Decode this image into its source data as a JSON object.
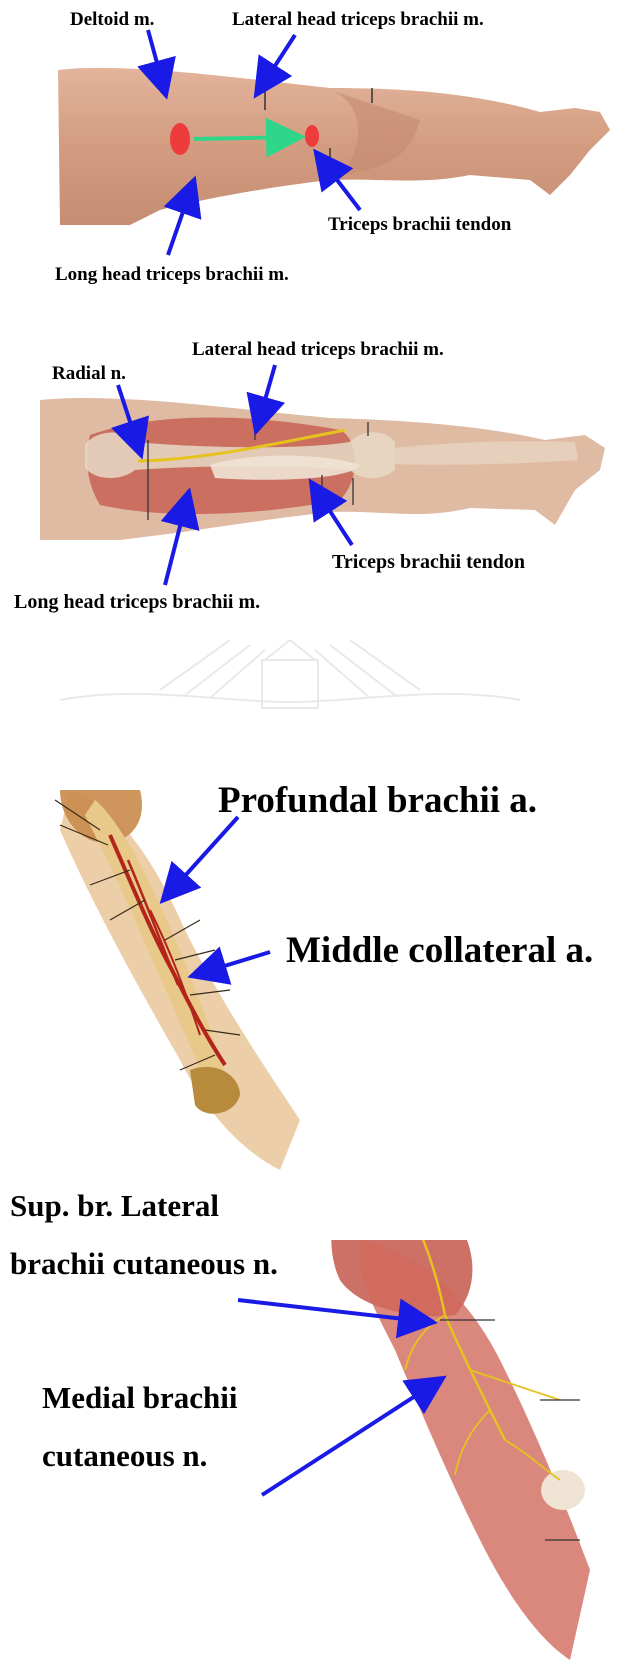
{
  "panel1": {
    "labels": {
      "deltoid": "Deltoid m.",
      "lateral_head": "Lateral head triceps brachii m.",
      "triceps_tendon": "Triceps brachii tendon",
      "long_head": "Long head triceps brachii m."
    }
  },
  "panel2": {
    "labels": {
      "radial_n": "Radial n.",
      "lateral_head": "Lateral head triceps brachii m.",
      "triceps_tendon": "Triceps brachii tendon",
      "long_head": "Long head triceps brachii m."
    }
  },
  "panel3": {
    "labels": {
      "profundal": "Profundal brachii a.",
      "middle_collateral": "Middle collateral a."
    }
  },
  "panel4": {
    "labels": {
      "sup_br_line1": "Sup. br. Lateral",
      "sup_br_line2": "brachii cutaneous n.",
      "medial_line1": "Medial brachii",
      "medial_line2": "cutaneous n."
    }
  },
  "colors": {
    "arrow": "#1a1ae6",
    "skin": "#d9a285",
    "muscle": "#c4574a",
    "artery": "#b3241b",
    "bone": "#e8c98a",
    "nerve": "#e6c21f",
    "marker_red": "#ee3b3b",
    "marker_green": "#2fd68a"
  }
}
